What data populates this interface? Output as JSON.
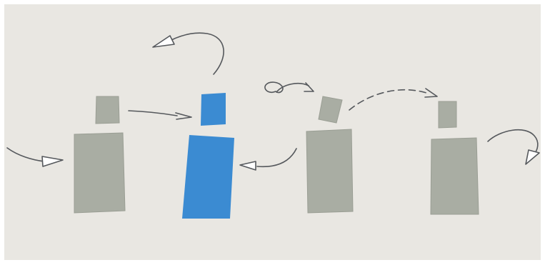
{
  "colors": {
    "background": "#e9e7e2",
    "frame": "#ffffff",
    "shape_gray": "#a9ada3",
    "shape_gray_edge": "#9a9e94",
    "shape_blue": "#3b8bd2",
    "arrow_stroke": "#55585c"
  },
  "figures": [
    {
      "name": "figure-1",
      "color_key": "shape_gray"
    },
    {
      "name": "figure-2",
      "color_key": "shape_blue"
    },
    {
      "name": "figure-3",
      "color_key": "shape_gray"
    },
    {
      "name": "figure-4",
      "color_key": "shape_gray"
    }
  ],
  "arrows": [
    {
      "name": "arrow-into-figure-1",
      "style": "solid"
    },
    {
      "name": "arrow-head-to-blue-head",
      "style": "solid"
    },
    {
      "name": "arrow-blue-head-up-left",
      "style": "solid"
    },
    {
      "name": "arrow-curl-to-figure-3-head",
      "style": "solid"
    },
    {
      "name": "arrow-figure-3-head-to-figure-4-head",
      "style": "dashed"
    },
    {
      "name": "arrow-figure-3-body-to-blue-body",
      "style": "solid"
    },
    {
      "name": "arrow-out-of-figure-4",
      "style": "solid"
    }
  ]
}
